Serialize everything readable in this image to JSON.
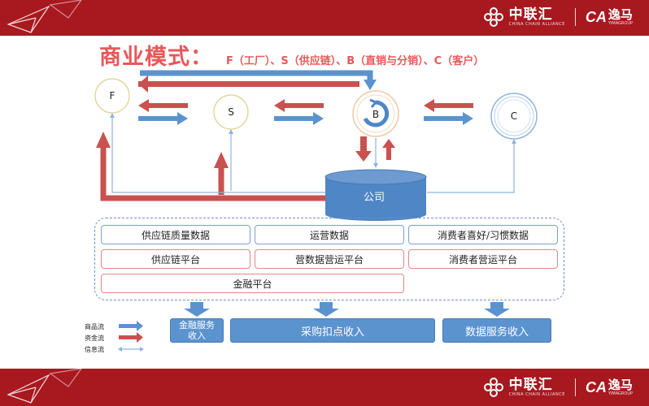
{
  "brand": {
    "name_cn": "中联汇",
    "name_en": "CHINA CHAIN ALLIANCE",
    "partner_mark": "CA",
    "partner_cn": "逸马",
    "partner_en": "YIMAGROUP"
  },
  "title": {
    "main": "商业模式：",
    "sub": "F（工厂）、S（供应链）、B（直销与分销）、C（客户）"
  },
  "nodes": {
    "f": "F",
    "s": "S",
    "b": "B",
    "c": "C",
    "company": "公司"
  },
  "platform": {
    "data_row": [
      "供应链质量数据",
      "运营数据",
      "消费者喜好/习惯数据"
    ],
    "platform_row": [
      "供应链平台",
      "营数据营运平台",
      "消费者营运平台"
    ],
    "finance": "金融平台"
  },
  "income": {
    "finance": "金融服务收入",
    "purchase": "采购扣点收入",
    "data": "数据服务收入"
  },
  "legend": {
    "goods": "商品流",
    "money": "资金流",
    "info": "信息流"
  },
  "colors": {
    "band": "#a8181f",
    "title": "#e8585a",
    "goods_flow": "#5b93cf",
    "money_flow": "#c9514f",
    "info_flow": "#8fb4dc",
    "company": "#4f86c6"
  }
}
